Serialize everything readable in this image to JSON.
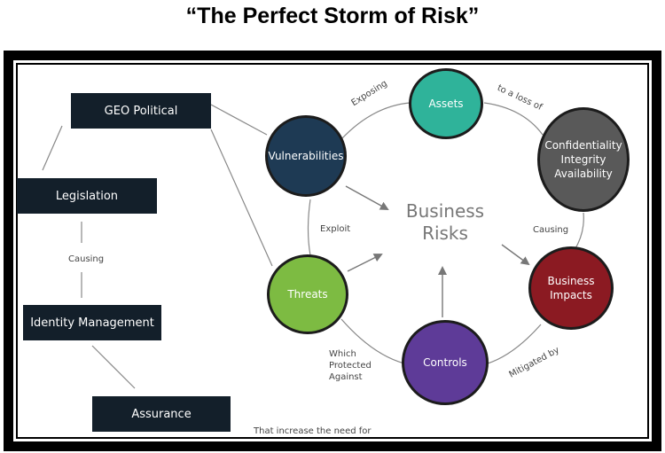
{
  "title": "“The Perfect Storm of Risk”",
  "boxes": {
    "geo_political": "GEO Political",
    "legislation": "Legislation",
    "identity_management": "Identity Management",
    "assurance": "Assurance"
  },
  "circles": {
    "vulnerabilities": "Vulnerabilities",
    "assets": "Assets",
    "cia": [
      "Confidentiality",
      "Integrity",
      "Availability"
    ],
    "threats": "Threats",
    "controls": "Controls",
    "business_impacts": [
      "Business",
      "Impacts"
    ]
  },
  "center": [
    "Business",
    "Risks"
  ],
  "labels": {
    "causing_left": "Causing",
    "exposing": "Exposing",
    "to_a_loss_of": "to a loss of",
    "exploit": "Exploit",
    "causing_right": "Causing",
    "which_protected_against": [
      "Which",
      "Protected",
      "Against"
    ],
    "mitigated_by": "Mitigated by",
    "increase_need": "That increase the need for"
  },
  "colors": {
    "box": "#131f2a",
    "vulnerabilities": "#1e3a54",
    "assets": "#2fb39a",
    "cia": "#595959",
    "threats": "#7dbb42",
    "controls": "#5e3b98",
    "business_impacts": "#8b1a22"
  }
}
